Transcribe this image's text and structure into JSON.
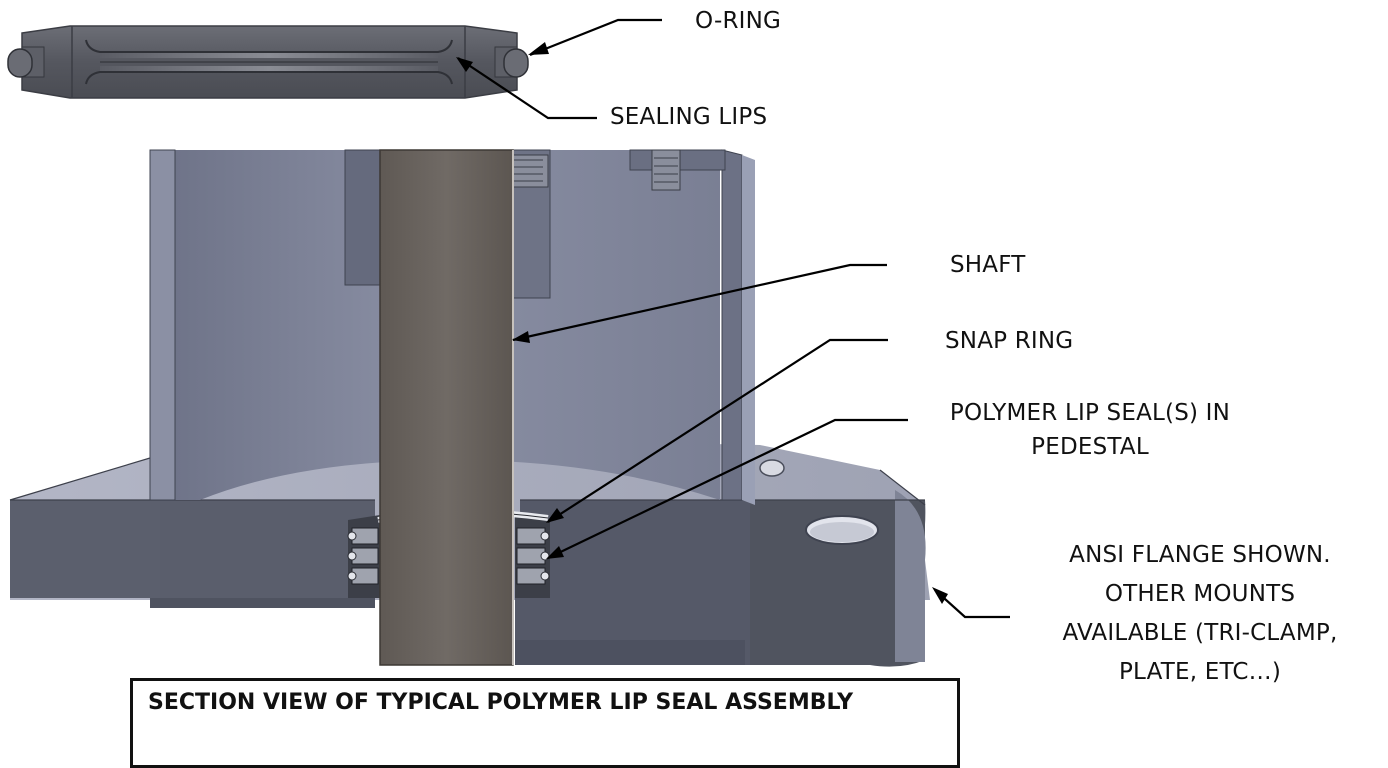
{
  "labels": {
    "o_ring": "O-RING",
    "sealing_lips": "SEALING LIPS",
    "shaft": "SHAFT",
    "snap_ring": "SNAP RING",
    "lip_seal_line1": "POLYMER LIP SEAL(S) IN",
    "lip_seal_line2": "PEDESTAL",
    "flange_line1": "ANSI FLANGE SHOWN.",
    "flange_line2": "OTHER MOUNTS",
    "flange_line3": "AVAILABLE (TRI-CLAMP,",
    "flange_line4": "PLATE, ETC…)"
  },
  "caption": "SECTION VIEW OF TYPICAL POLYMER LIP SEAL ASSEMBLY",
  "colors": {
    "seal_body": "#5e6068",
    "housing_inner": "#7a7f94",
    "housing_face": "#6f7488",
    "housing_dark": "#4b4f5d",
    "flange_top": "#a3a7b8",
    "flange_front": "#575b69",
    "shaft": "#6b6560",
    "leader": "#000000"
  }
}
